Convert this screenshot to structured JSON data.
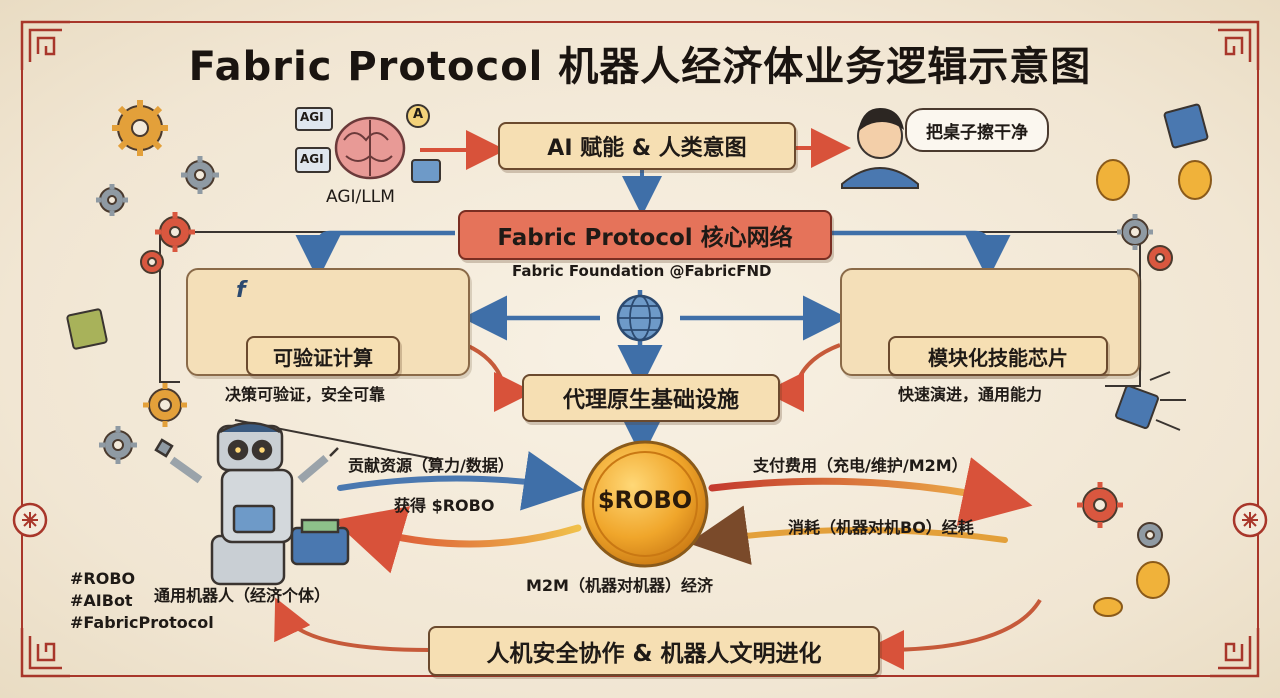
{
  "title": "Fabric Protocol 机器人经济体业务逻辑示意图",
  "top": {
    "agi_caption": "AGI/LLM",
    "agi_chip_1": "AGI",
    "agi_chip_2": "AGI",
    "agi_bubble": "A",
    "ai_box": "AI 赋能 & 人类意图",
    "speech": "把桌子擦干净"
  },
  "core": {
    "title": "Fabric Protocol 核心网络",
    "subtitle": "Fabric Foundation @FabricFND"
  },
  "left_panel": {
    "label": "可验证计算",
    "caption": "决策可验证，安全可靠",
    "formula": "f"
  },
  "right_panel": {
    "label": "模块化技能芯片",
    "caption": "快速演进，通用能力"
  },
  "center": {
    "infra": "代理原生基础设施",
    "coin": "$ROBO",
    "coin_caption": "M2M（机器对机器）经济"
  },
  "left_flow": {
    "contribute": "贡献资源（算力/数据）",
    "earn": "获得 $ROBO"
  },
  "right_flow": {
    "pay": "支付费用（充电/维护/M2M）",
    "consume": "消耗（机器对机BO）经耗"
  },
  "robot": {
    "caption": "通用机器人（经济个体）"
  },
  "bottom": {
    "banner": "人机安全协作 & 机器人文明进化"
  },
  "hashtags": [
    "#ROBO",
    "#AIBot",
    "#FabricProtocol"
  ],
  "colors": {
    "background": "#f3eadb",
    "box_fill": "#f6dfb3",
    "core_fill": "#e5735a",
    "blue_arrow": "#4a78b0",
    "red_arrow": "#d8523a",
    "coin": "#f0a62b",
    "frame": "#a8362a"
  }
}
